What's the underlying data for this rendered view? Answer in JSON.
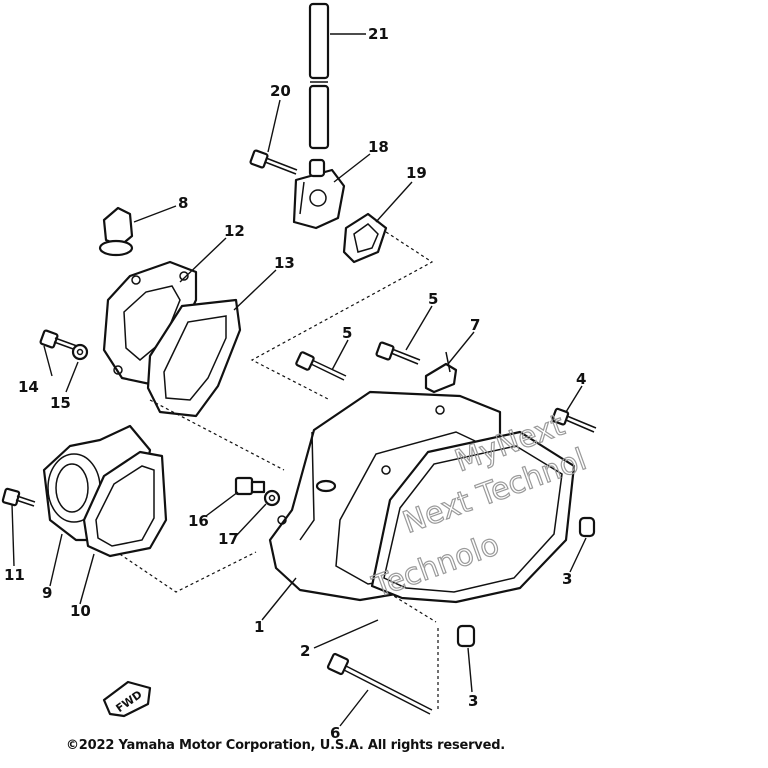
{
  "diagram": {
    "copyright": "©2022 Yamaha Motor Corporation, U.S.A. All rights reserved.",
    "fwd_label": "FWD",
    "watermark_lines": [
      "MyNext",
      "Next Technol",
      "Technolo"
    ],
    "part_numbers": {
      "p1": "1",
      "p2": "2",
      "p3a": "3",
      "p3b": "3",
      "p4": "4",
      "p5a": "5",
      "p5b": "5",
      "p6": "6",
      "p7": "7",
      "p8": "8",
      "p9": "9",
      "p10": "10",
      "p11": "11",
      "p12": "12",
      "p13": "13",
      "p14": "14",
      "p15": "15",
      "p16": "16",
      "p17": "17",
      "p18": "18",
      "p19": "19",
      "p20": "20",
      "p21": "21"
    }
  }
}
